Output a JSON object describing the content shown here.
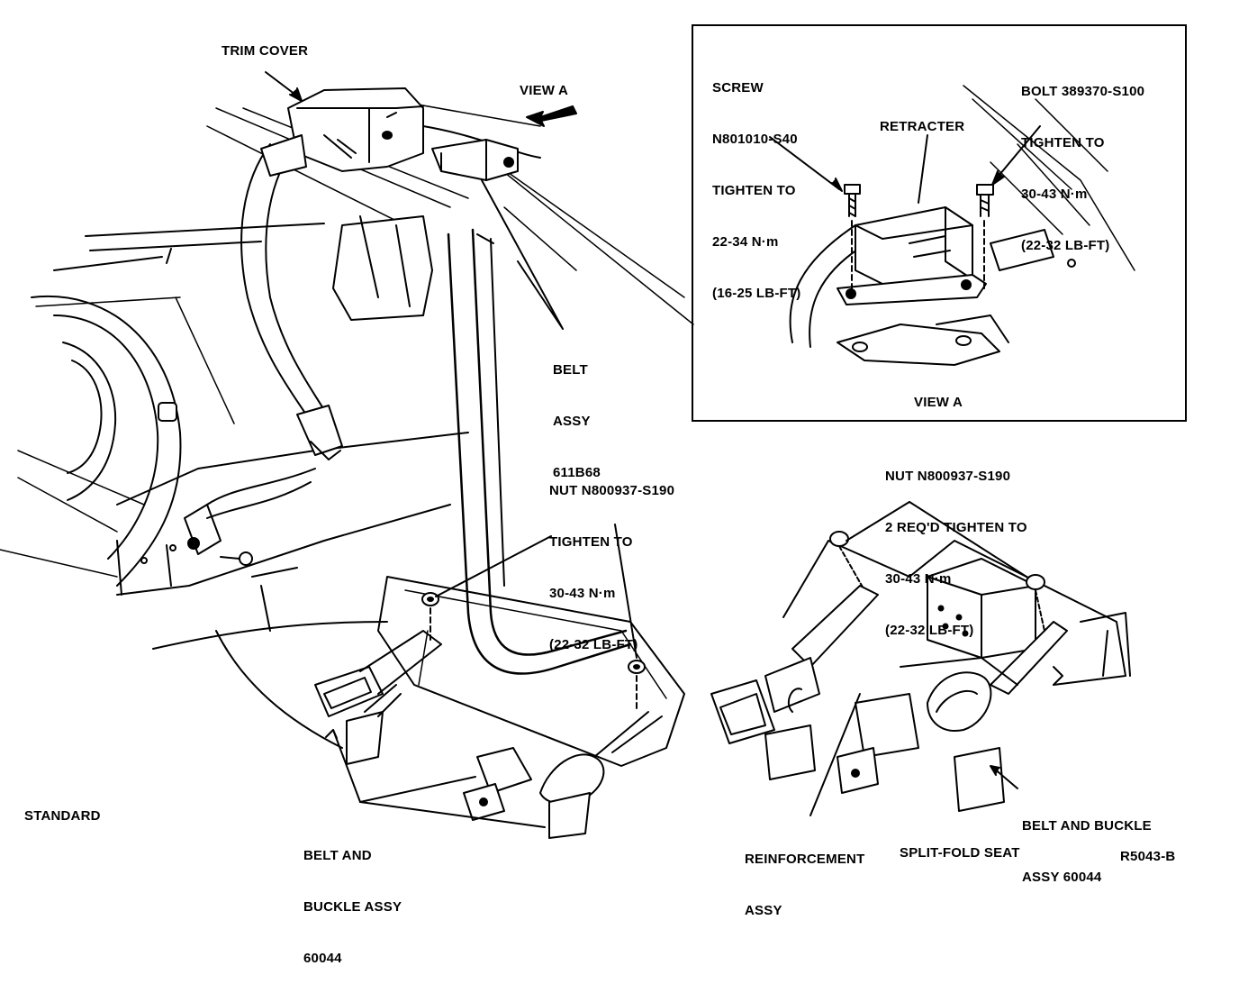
{
  "labels": {
    "trim_cover": "TRIM COVER",
    "view_a_arrow": "VIEW A",
    "belt_assy": [
      "BELT",
      "ASSY",
      "611B68"
    ],
    "nut_left": [
      "NUT N800937-S190",
      "TIGHTEN TO",
      "30-43 N·m",
      "(22-32 LB-FT)"
    ],
    "nut_right": [
      "NUT N800937-S190",
      "2 REQ'D TIGHTEN TO",
      "30-43 N·m",
      "(22-32 LB-FT)"
    ],
    "belt_buckle_left": [
      "BELT AND",
      "BUCKLE ASSY",
      "60044"
    ],
    "belt_buckle_right": [
      "BELT AND BUCKLE",
      "ASSY 60044"
    ],
    "reinforcement": [
      "REINFORCEMENT",
      "ASSY"
    ],
    "standard": "STANDARD",
    "split_fold": "SPLIT-FOLD SEAT",
    "figure_id": "R5043-B"
  },
  "inset": {
    "screw": [
      "SCREW",
      "N801010-S40",
      "TIGHTEN TO",
      "22-34 N·m",
      "(16-25 LB-FT)"
    ],
    "bolt": [
      "BOLT 389370-S100",
      "TIGHTEN TO",
      "30-43 N·m",
      "(22-32 LB-FT)"
    ],
    "retracter": "RETRACTER",
    "view_a_caption": "VIEW A"
  }
}
